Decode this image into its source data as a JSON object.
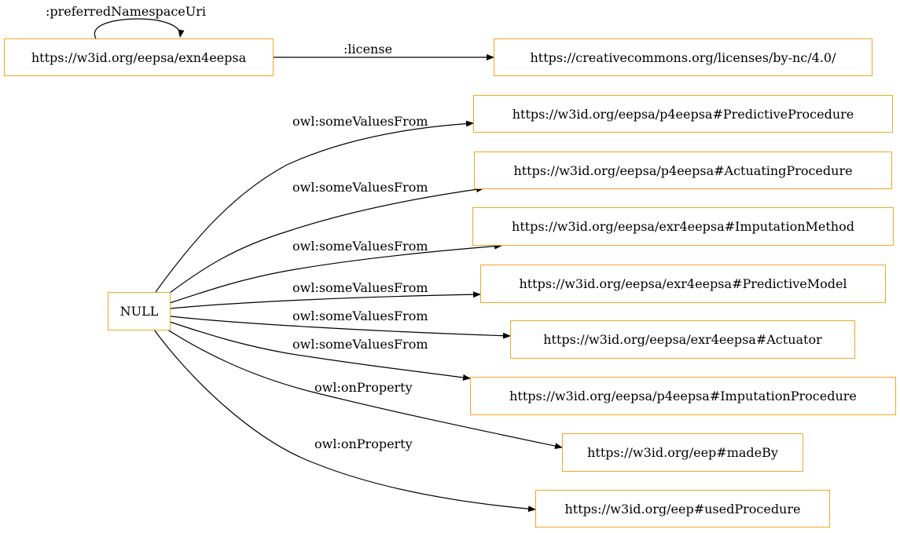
{
  "diagram": {
    "colors": {
      "node_border": "#f5a623",
      "edge": "#000000",
      "text": "#000000"
    },
    "nodes": {
      "exn4eepsa": "https://w3id.org/eepsa/exn4eepsa",
      "license_target": "https://creativecommons.org/licenses/by-nc/4.0/",
      "null_node": "NULL",
      "predictive_procedure": "https://w3id.org/eepsa/p4eepsa#PredictiveProcedure",
      "actuating_procedure": "https://w3id.org/eepsa/p4eepsa#ActuatingProcedure",
      "imputation_method": "https://w3id.org/eepsa/exr4eepsa#ImputationMethod",
      "predictive_model": "https://w3id.org/eepsa/exr4eepsa#PredictiveModel",
      "actuator": "https://w3id.org/eepsa/exr4eepsa#Actuator",
      "imputation_procedure": "https://w3id.org/eepsa/p4eepsa#ImputationProcedure",
      "made_by": "https://w3id.org/eep#madeBy",
      "used_procedure": "https://w3id.org/eep#usedProcedure"
    },
    "edges": {
      "preferred_namespace_uri": ":preferredNamespaceUri",
      "license": ":license",
      "svf_predictive_procedure": "owl:someValuesFrom",
      "svf_actuating_procedure": "owl:someValuesFrom",
      "svf_imputation_method": "owl:someValuesFrom",
      "svf_predictive_model": "owl:someValuesFrom",
      "svf_actuator": "owl:someValuesFrom",
      "svf_imputation_procedure": "owl:someValuesFrom",
      "onprop_made_by": "owl:onProperty",
      "onprop_used_procedure": "owl:onProperty"
    }
  }
}
